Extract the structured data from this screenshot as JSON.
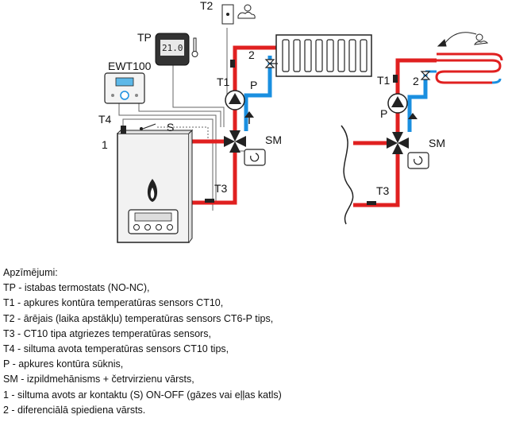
{
  "labels": {
    "t2": "T2",
    "tp": "TP",
    "ewt": "EWT100",
    "t1_left": "T1",
    "t1_right": "T1",
    "p_left": "P",
    "p_right": "P",
    "v2_left": "2",
    "v2_right": "2",
    "t4": "T4",
    "s": "S",
    "one": "1",
    "sm_left": "SM",
    "sm_right": "SM",
    "t3_left": "T3",
    "t3_right": "T3",
    "thermostat_display": "21.0"
  },
  "colors": {
    "supply": "#e02020",
    "return": "#1a8fe0",
    "control": "#555555"
  },
  "legend": {
    "title": "Apzīmējumi:",
    "items": [
      "TP - istabas termostats (NO-NC),",
      "T1 - apkures kontūra temperatūras sensors CT10,",
      "T2 - ārējais (laika apstākļu) temperatūras sensors CT6-P tips,",
      "T3 - CT10 tipa atgriezes temperatūras sensors,",
      "T4 - siltuma avota temperatūras sensors CT10 tips,",
      "P - apkures kontūra sūknis,",
      "SM - izpildmehānisms + četrvirzienu vārsts,",
      "1 - siltuma avots ar kontaktu (S) ON-OFF (gāzes vai eļļas katls)",
      "2 - diferenciālā spiediena vārsts."
    ]
  }
}
